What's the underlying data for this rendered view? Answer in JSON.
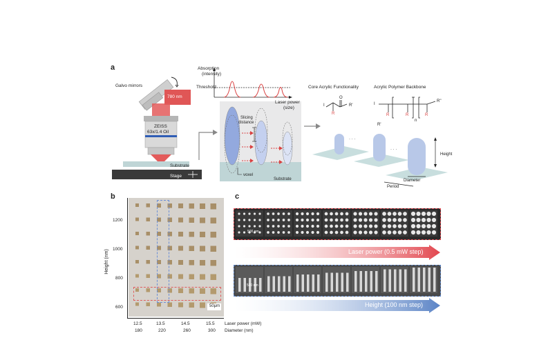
{
  "panels": {
    "a": {
      "letter": "a",
      "labels": {
        "galvo": "Galvo mirrors",
        "laser": "780 nm",
        "objective_brand": "ZEISS",
        "objective_spec": "63x/1.4 Oil",
        "substrate": "Substrate",
        "stage": "Stage",
        "absorption": "Absorption",
        "absorption_sub": "(intensity)",
        "threshold": "Threshold",
        "laser_power": "Laser power",
        "laser_power_sub": "(size)",
        "slicing_1": "Slicing",
        "slicing_2": "distance",
        "voxel": "voxel",
        "substrate2": "Substrate",
        "core_acrylic": "Core Acrylic Functionality",
        "polymer_backbone": "Acrylic Polymer Backbone",
        "height": "Height",
        "diameter": "Diameter",
        "period": "Period",
        "dots": "· · ·"
      },
      "chem": {
        "R": "R",
        "R_prime": "R'",
        "R_dprime": "R''",
        "I": "I",
        "O": "O",
        "n": "n"
      }
    },
    "b": {
      "letter": "b",
      "y_axis_title": "Height (nm)",
      "y_ticks": [
        "1200",
        "1000",
        "800",
        "600"
      ],
      "x_power": [
        "12.5",
        "13.5",
        "14.5",
        "15.5"
      ],
      "x_diameter": [
        "180",
        "220",
        "260",
        "300"
      ],
      "x_power_label": "Laser power (mW)",
      "x_diameter_label": "Diameter (nm)",
      "scale": "50μm",
      "colors": {
        "red_box": "#e05a5a",
        "blue_box": "#6a8fd8"
      }
    },
    "c": {
      "letter": "c",
      "scale_top": "500 nm",
      "scale_bottom": "500 nm",
      "arrow_top": "Laser power (0.5 mW step)",
      "arrow_bottom": "Height (100 nm step)",
      "colors": {
        "red": "#e2474f",
        "blue": "#5b84c6"
      }
    }
  }
}
